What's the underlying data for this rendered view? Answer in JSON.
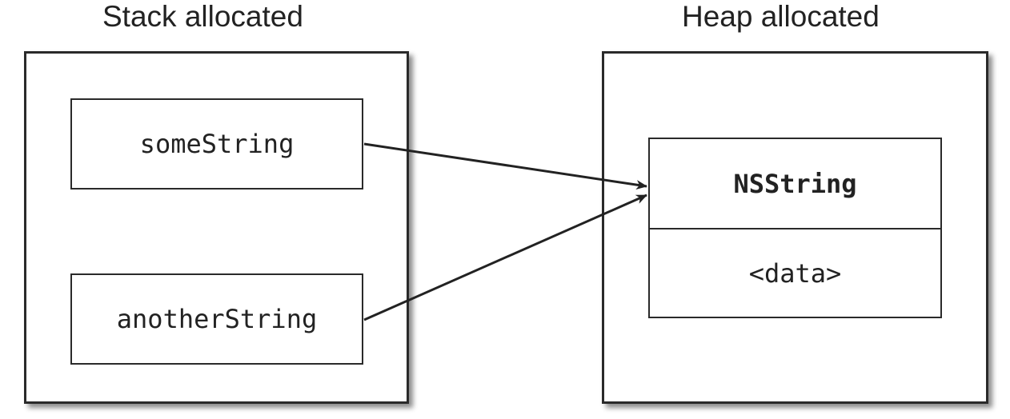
{
  "stack": {
    "title": "Stack allocated",
    "variables": [
      "someString",
      "anotherString"
    ]
  },
  "heap": {
    "title": "Heap allocated",
    "object": {
      "class_name": "NSString",
      "contents": "<data>"
    }
  },
  "colors": {
    "line": "#2a2a2a",
    "background": "#ffffff"
  }
}
